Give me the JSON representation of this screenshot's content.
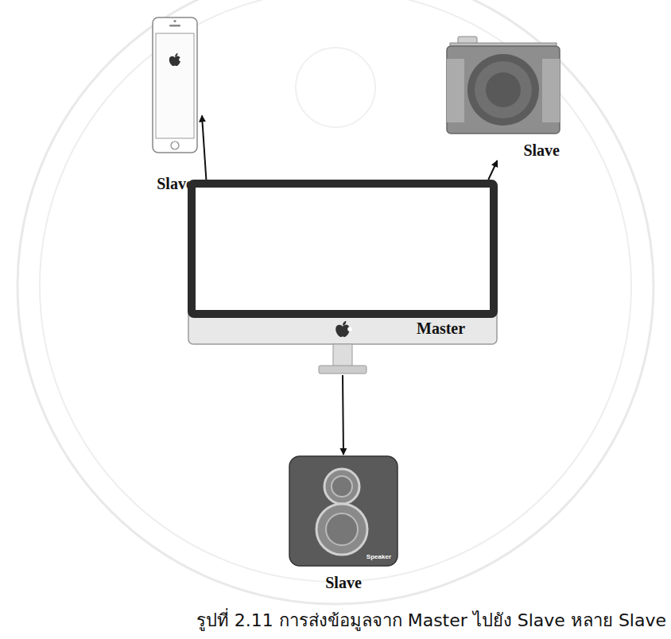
{
  "diagram": {
    "caption": "รูปที่ 2.11 การส่งข้อมูลจาก Master ไปยัง Slave หลาย Slave",
    "nodes": [
      {
        "text": [
          "Slave"
        ]
      },
      {
        "text": [
          "Slave"
        ]
      },
      {
        "text": [
          "Master"
        ]
      },
      {
        "text": [
          "Speaker",
          "Slave"
        ]
      }
    ],
    "edges": [
      {
        "from": 2,
        "to": 0,
        "arrow": "to"
      },
      {
        "from": 2,
        "to": 1,
        "arrow": "to"
      },
      {
        "from": 2,
        "to": 3,
        "arrow": "to"
      }
    ]
  }
}
